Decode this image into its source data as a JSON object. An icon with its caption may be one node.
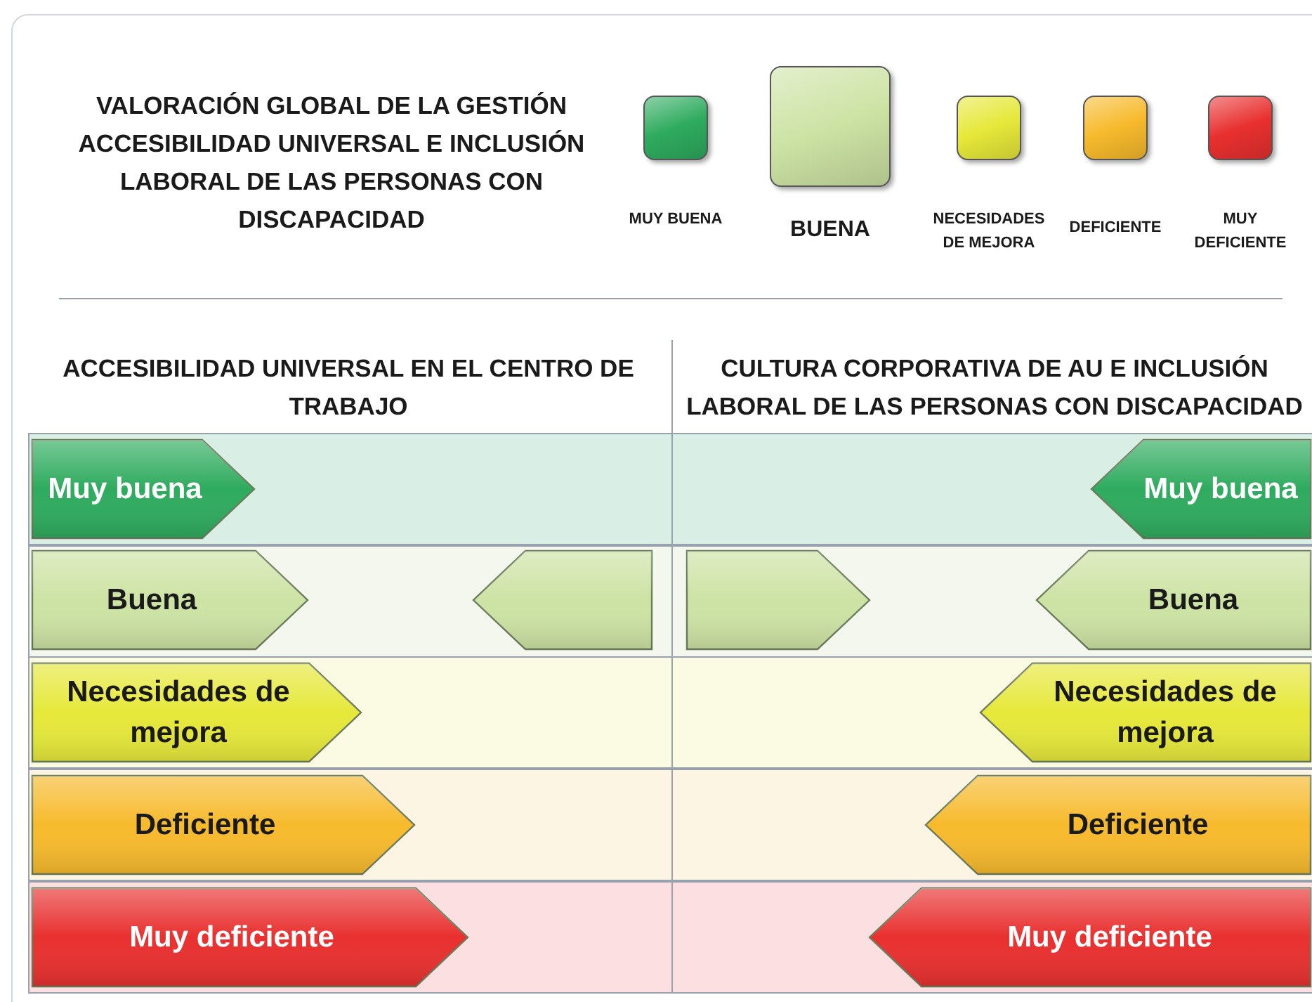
{
  "diagram": {
    "title": "VALORACIÓN GLOBAL DE LA GESTIÓN ACCESIBILIDAD UNIVERSAL E INCLUSIÓN LABORAL DE LAS PERSONAS CON DISCAPACIDAD",
    "nodes": [
      {
        "text": [
          "Muy buena"
        ]
      },
      {
        "text": [
          "Muy buena"
        ]
      },
      {
        "text": [
          "Buena"
        ]
      },
      {
        "text": [],
        "shape": "arrow"
      },
      {
        "text": [],
        "shape": "arrow"
      },
      {
        "text": [
          "Buena"
        ]
      },
      {
        "text": [
          "Necesidades de mejora"
        ]
      },
      {
        "text": [
          "Necesidades de mejora"
        ]
      },
      {
        "text": [
          "Deficiente"
        ]
      },
      {
        "text": [
          "Deficiente"
        ]
      },
      {
        "text": [
          "Muy deficiente"
        ]
      },
      {
        "text": [
          "Muy deficiente"
        ]
      }
    ],
    "labels": [
      "ACCESIBILIDAD UNIVERSAL EN EL CENTRO DE TRABAJO",
      "CULTURA CORPORATIVA DE AU E INCLUSIÓN LABORAL DE LAS PERSONAS CON DISCAPACIDAD"
    ],
    "legend": [
      {
        "text": "MUY BUENA",
        "color": "#2eab5e"
      },
      {
        "text": "BUENA",
        "color": "#cde3a4"
      },
      {
        "text": "NECESIDADES DE MEJORA",
        "color": "#e6e83a"
      },
      {
        "text": "DEFICIENTE",
        "color": "#f7ba2c"
      },
      {
        "text": "MUY DEFICIENTE",
        "color": "#e8302f"
      }
    ]
  }
}
